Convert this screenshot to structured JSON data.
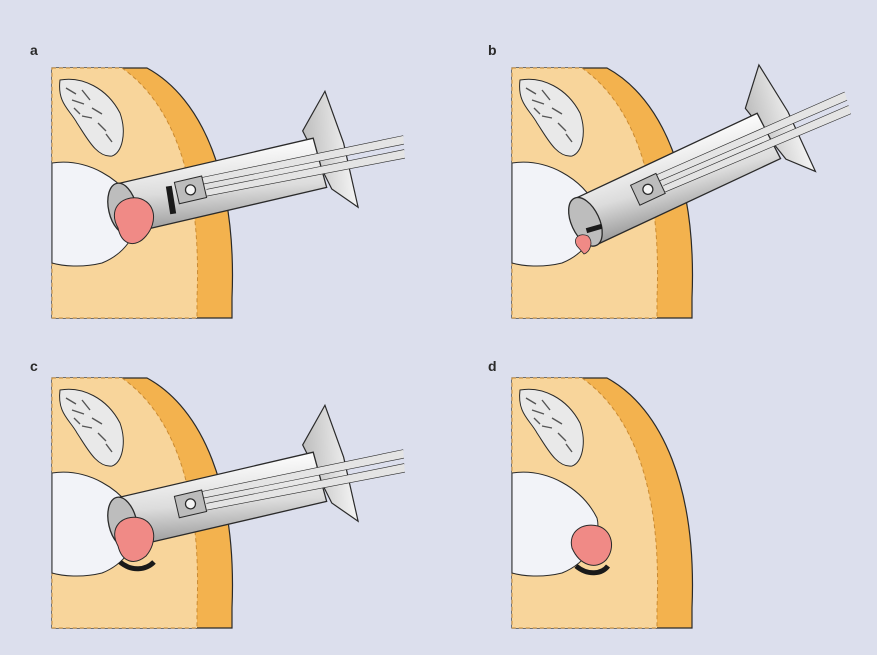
{
  "panels": [
    {
      "label": "a"
    },
    {
      "label": "b"
    },
    {
      "label": "c"
    },
    {
      "label": "d"
    }
  ],
  "colors": {
    "background": "#dcdfed",
    "tissue_outer": "#f3b24e",
    "tissue_inner": "#f8d59b",
    "cavity": "#f2f3f8",
    "instrument_light": "#f4f4f4",
    "instrument_shade": "#9a9a9a",
    "lesion": "#f08a86",
    "outline": "#2a2a2a"
  }
}
